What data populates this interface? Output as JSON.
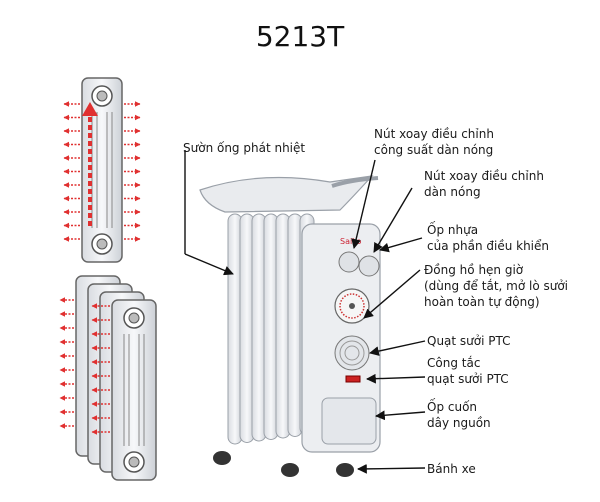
{
  "title": "5213T",
  "labels": {
    "fin": "Sườn ống phát nhiệt",
    "power_knob": [
      "Nút xoay điều chỉnh",
      "công suất dàn nóng"
    ],
    "temp_knob": [
      "Nút xoay điều chỉnh",
      "dàn nóng"
    ],
    "cover": [
      "Ốp nhựa",
      "của phần điều khiển"
    ],
    "timer": [
      "Đồng hồ hẹn giờ",
      "(dùng để tắt, mở lò sưởi",
      "hoàn toàn tự động)"
    ],
    "fan": "Quạt sưởi PTC",
    "fan_switch": [
      "Công tắc",
      "quạt sưởi PTC"
    ],
    "cord_cover": [
      "Ốp cuốn",
      "dây nguồn"
    ],
    "wheel": "Bánh xe"
  },
  "colors": {
    "heat_arrow": "#e03030",
    "body": "#eceef1",
    "outline": "#9aa0a8",
    "pointer": "#111111"
  }
}
